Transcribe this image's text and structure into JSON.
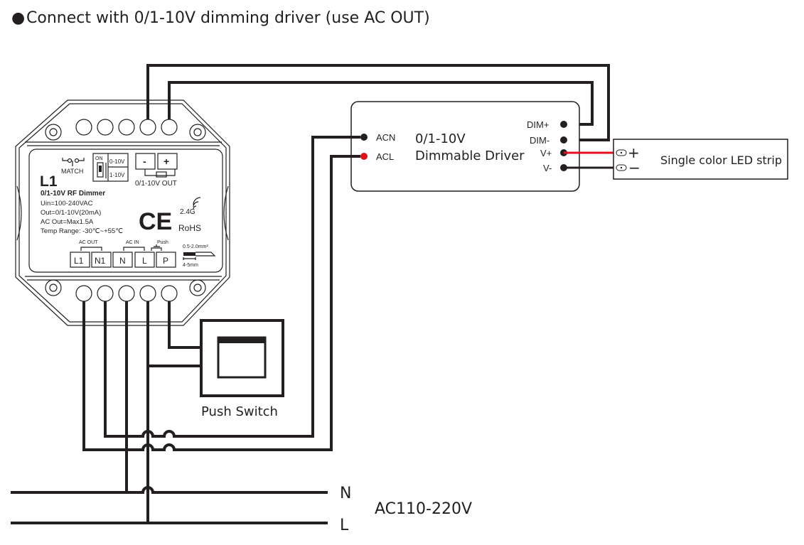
{
  "title": {
    "bullet": "●",
    "text": "Connect with 0/1-10V dimming driver (use AC OUT)"
  },
  "dimmer": {
    "model": "L1",
    "name": "0/1-10V  RF  Dimmer",
    "specs": [
      "Uin=100-240VAC",
      "Out=0/1-10V(20mA)",
      "AC Out=Max1.5A",
      "Temp Range: -30℃~+55℃"
    ],
    "match_label": "MATCH",
    "switch_on_label": "ON",
    "switch_options": [
      "0-10V",
      "1-10V"
    ],
    "out_minus": "-",
    "out_plus": "+",
    "out_label": "0/1-10V OUT",
    "ce_mark": "CE",
    "rf_label": "2.4G",
    "rohs_label": "RoHS",
    "group_labels": {
      "ac_out": "AC OUT",
      "ac_in": "AC IN",
      "push": "Push"
    },
    "terminals": [
      "L1",
      "N1",
      "N",
      "L",
      "P"
    ],
    "wire_gauge": "0.5-2.0mm²",
    "strip_length": "4-5mm"
  },
  "driver": {
    "title_line1": "0/1-10V",
    "title_line2": "Dimmable Driver",
    "inputs": [
      "ACN",
      "ACL"
    ],
    "outputs": [
      "DIM+",
      "DIM-",
      "V+",
      "V-"
    ],
    "acl_color": "#e0111b"
  },
  "led_strip": {
    "label": "Single color LED strip",
    "plus": "+",
    "minus": "−"
  },
  "push_switch": {
    "label": "Push Switch"
  },
  "mains": {
    "n_label": "N",
    "l_label": "L",
    "voltage": "AC110-220V"
  },
  "colors": {
    "wire": "#231f20",
    "positive_wire": "#e0111b"
  }
}
